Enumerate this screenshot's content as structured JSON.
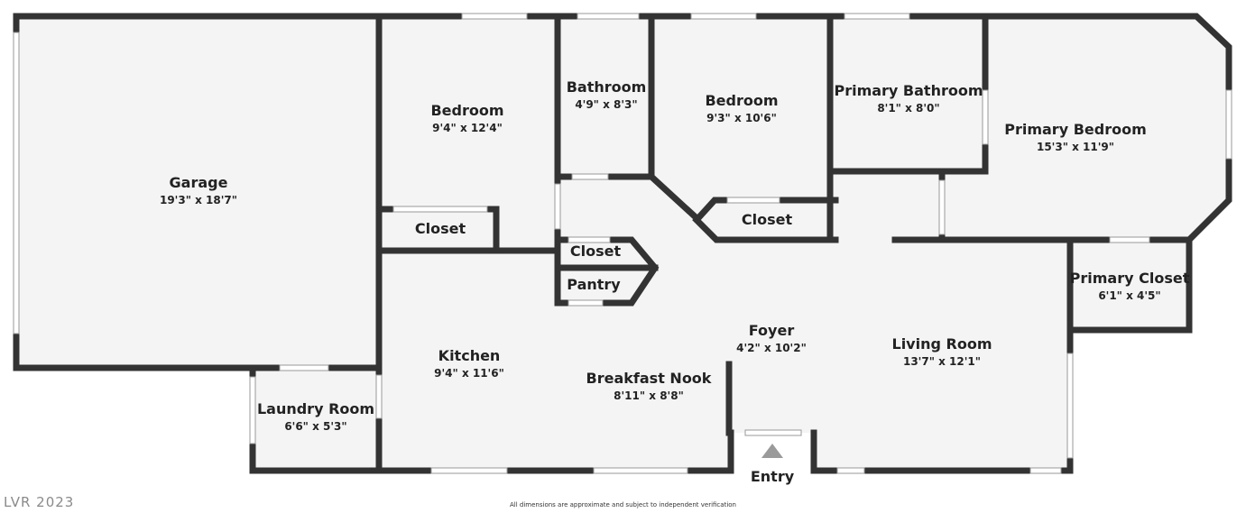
{
  "rooms": [
    {
      "name": "Garage",
      "dims": "19'3\" x 18'7\""
    },
    {
      "name": "Bedroom",
      "dims": "9'4\" x 12'4\""
    },
    {
      "name": "Bathroom",
      "dims": "4'9\" x 8'3\""
    },
    {
      "name": "Bedroom",
      "dims": "9'3\" x 10'6\""
    },
    {
      "name": "Primary Bathroom",
      "dims": "8'1\" x 8'0\""
    },
    {
      "name": "Primary Bedroom",
      "dims": "15'3\" x 11'9\""
    },
    {
      "name": "Closet",
      "dims": ""
    },
    {
      "name": "Closet",
      "dims": ""
    },
    {
      "name": "Closet",
      "dims": ""
    },
    {
      "name": "Pantry",
      "dims": ""
    },
    {
      "name": "Primary Closet",
      "dims": "6'1\" x 4'5\""
    },
    {
      "name": "Foyer",
      "dims": "4'2\" x 10'2\""
    },
    {
      "name": "Living Room",
      "dims": "13'7\" x 12'1\""
    },
    {
      "name": "Kitchen",
      "dims": "9'4\" x 11'6\""
    },
    {
      "name": "Breakfast Nook",
      "dims": "8'11\" x 8'8\""
    },
    {
      "name": "Laundry Room",
      "dims": "6'6\" x 5'3\""
    }
  ],
  "entry_label": "Entry",
  "watermark": "LVR 2023",
  "disclaimer": "All dimensions are approximate and subject to independent verification",
  "colors": {
    "wall": "#333333",
    "floor": "#f4f4f4",
    "window": "#ffffff",
    "arrow": "#9a9a9a"
  }
}
